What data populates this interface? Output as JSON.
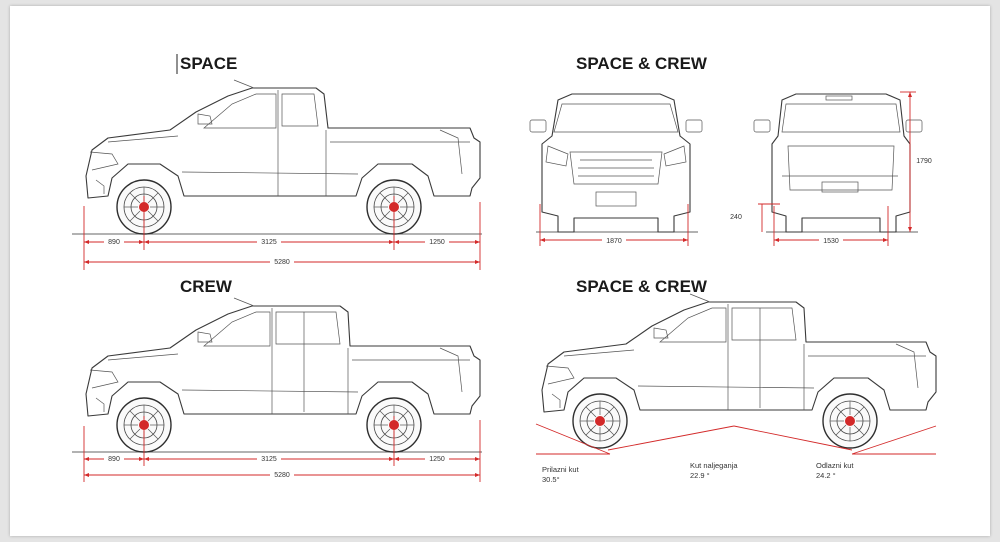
{
  "views": {
    "side_space": {
      "title": "SPACE",
      "front_overhang": "890",
      "wheelbase": "3125",
      "rear_overhang": "1250",
      "length": "5280"
    },
    "front_rear": {
      "title": "SPACE & CREW",
      "front_track": "1870",
      "rear_track": "1530",
      "height": "1790",
      "ground_clearance": "240"
    },
    "side_crew": {
      "title": "CREW",
      "front_overhang": "890",
      "wheelbase": "3125",
      "rear_overhang": "1250",
      "length": "5280"
    },
    "angles": {
      "title": "SPACE & CREW",
      "approach_label": "Prilazni kut",
      "approach_value": "30.5°",
      "ramp_label": "Kut naljeganja",
      "ramp_value": "22.9 °",
      "departure_label": "Odlazni kut",
      "departure_value": "24.2 °"
    }
  },
  "colors": {
    "dimension_line": "#d32a2a",
    "drawing_line": "#3a3a3a",
    "background": "#ffffff"
  }
}
